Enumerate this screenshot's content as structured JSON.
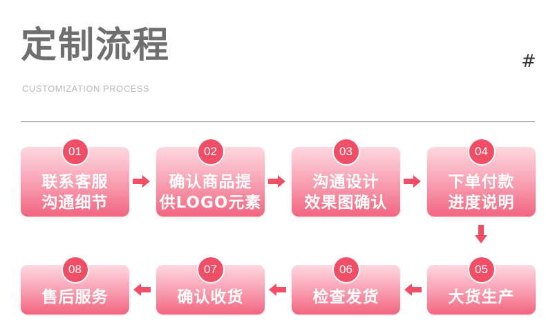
{
  "header": {
    "title": "定制流程",
    "subtitle": "CUSTOMIZATION PROCESS",
    "hash": "#"
  },
  "colors": {
    "accent": "#f04d66",
    "card_top": "#fdd8e0",
    "card_bottom": "#f2657f",
    "arrow": "#f04d66",
    "title": "#6f6f6f"
  },
  "steps": [
    {
      "number": "01",
      "line1": "联系客服",
      "line2": "沟通细节"
    },
    {
      "number": "02",
      "line1": "确认商品提",
      "line2": "供LOGO元素"
    },
    {
      "number": "03",
      "line1": "沟通设计",
      "line2": "效果图确认"
    },
    {
      "number": "04",
      "line1": "下单付款",
      "line2": "进度说明"
    },
    {
      "number": "05",
      "line1": "大货生产"
    },
    {
      "number": "06",
      "line1": "检查发货"
    },
    {
      "number": "07",
      "line1": "确认收货"
    },
    {
      "number": "08",
      "line1": "售后服务"
    }
  ]
}
